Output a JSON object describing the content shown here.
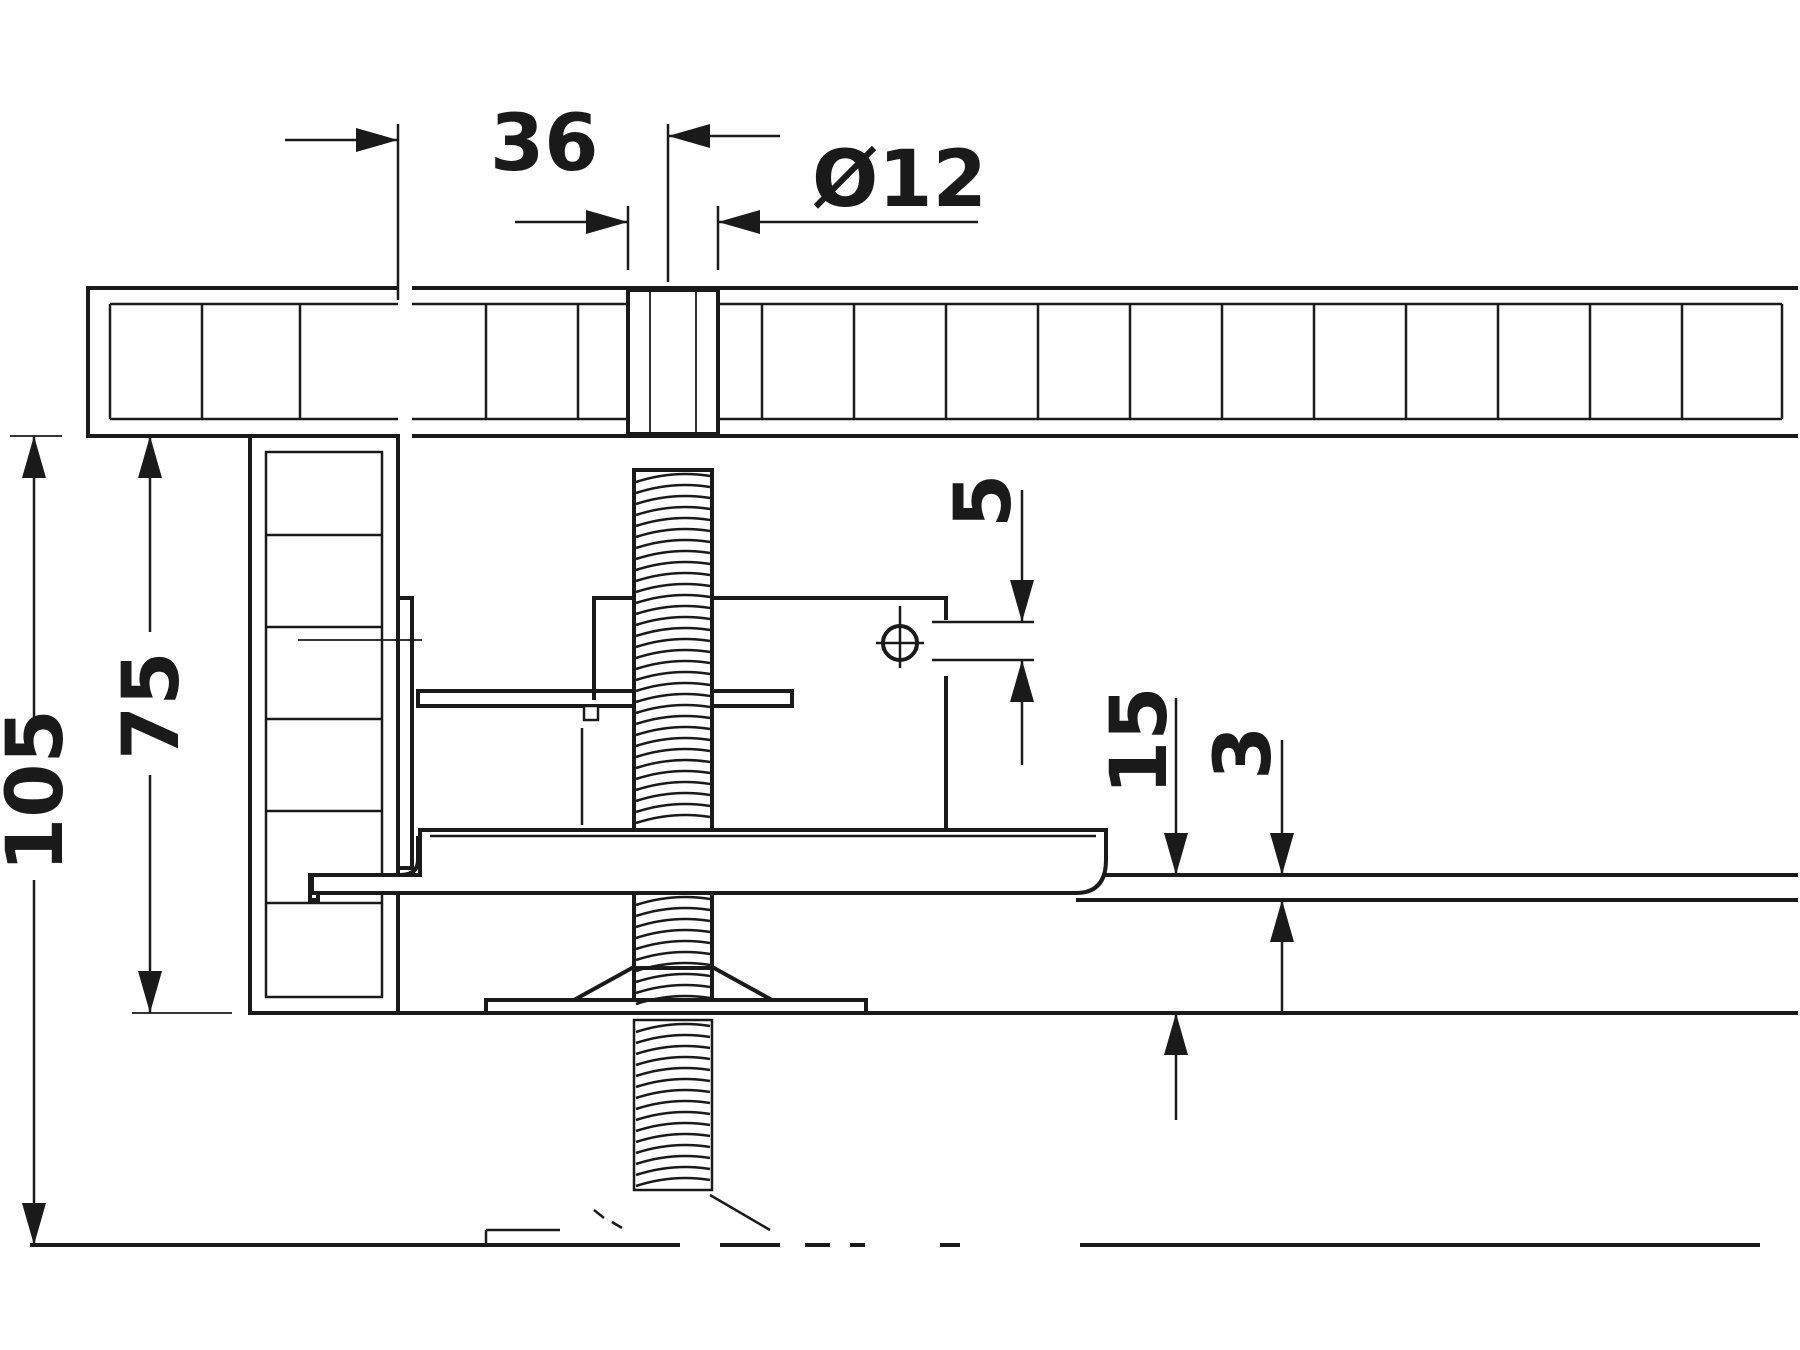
{
  "drawing": {
    "type": "technical-dimension-drawing",
    "dimensions": {
      "offset": "36",
      "bolt_diameter": "Ø12",
      "hole_offset": "5",
      "upper_clearance": "15",
      "plate_gap": "3",
      "inner_height": "75",
      "overall_height": "105"
    }
  }
}
